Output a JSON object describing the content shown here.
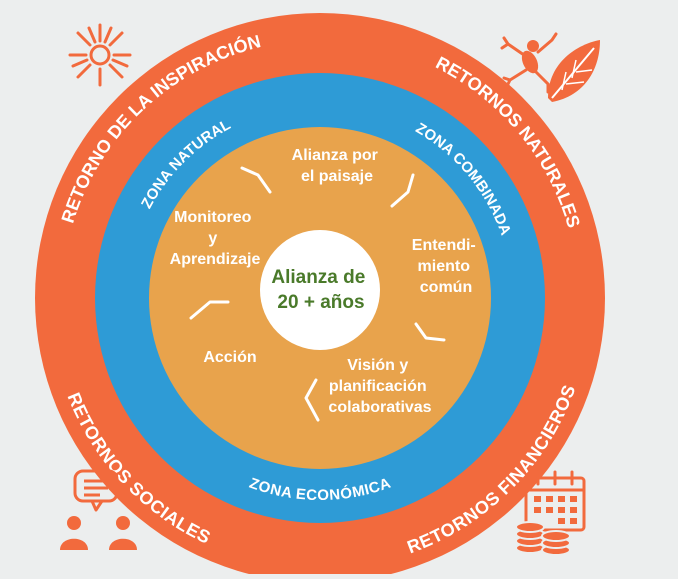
{
  "colors": {
    "background": "#eceeee",
    "outer_ring": "#f26a3d",
    "middle_ring": "#2e9bd6",
    "inner_disc": "#e8a34c",
    "center": "#ffffff",
    "center_text": "#4a7a2a",
    "icon": "#f26a3d"
  },
  "outer_ring": {
    "labels": [
      "RETORNO DE LA INSPIRACIÓN",
      "RETORNOS NATURALES",
      "RETORNOS SOCIALES",
      "RETORNOS FINANCIEROS"
    ]
  },
  "middle_ring": {
    "labels": [
      "ZONA NATURAL",
      "ZONA COMBINADA",
      "ZONA ECONÓMICA"
    ]
  },
  "cycle": {
    "stages": [
      [
        "Alianza por",
        "el paisaje"
      ],
      [
        "Entendi-",
        "miento",
        "común"
      ],
      [
        "Visión y",
        "planificación",
        "colaborativas"
      ],
      [
        "Acción"
      ],
      [
        "Monitoreo",
        "y",
        "Aprendizaje"
      ]
    ]
  },
  "center": {
    "lines": [
      "Alianza de",
      "20 + años"
    ]
  },
  "icons": {
    "top_left": "sun-icon",
    "top_right": "frog-leaf-icon",
    "bottom_left": "people-chat-icon",
    "bottom_right": "calendar-coins-icon"
  }
}
